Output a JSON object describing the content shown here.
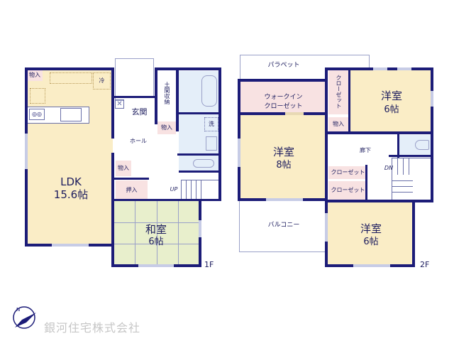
{
  "floor1": {
    "label": "1F",
    "rooms": {
      "ldk": {
        "name": "LDK",
        "size": "15.6帖"
      },
      "washitsu": {
        "name": "和室",
        "size": "6帖"
      },
      "genkan": {
        "name": "玄関"
      },
      "hall": {
        "name": "ホール"
      },
      "doma_storage": {
        "name": "土間収納"
      },
      "storage_kitchen": {
        "name": "物入"
      },
      "storage_hall_upper": {
        "name": "物入"
      },
      "storage_hall_lower": {
        "name": "物入"
      },
      "oshiire": {
        "name": "押入"
      },
      "fridge": {
        "name": "冷"
      },
      "washer": {
        "name": "洗"
      },
      "stairs_up": {
        "name": "UP"
      }
    }
  },
  "floor2": {
    "label": "2F",
    "rooms": {
      "parapet": {
        "name": "パラペット"
      },
      "walkin_closet": {
        "line1": "ウォークイン",
        "line2": "クローゼット"
      },
      "closet_vertical": {
        "name": "クローゼット"
      },
      "youshitsu_ne": {
        "name": "洋室",
        "size": "6帖"
      },
      "youshitsu_8": {
        "name": "洋室",
        "size": "8帖"
      },
      "youshitsu_se": {
        "name": "洋室",
        "size": "6帖"
      },
      "storage_2f": {
        "name": "物入"
      },
      "corridor": {
        "name": "廊下"
      },
      "closet_a": {
        "name": "クローゼット"
      },
      "closet_b": {
        "name": "クローゼット"
      },
      "balcony": {
        "name": "バルコニー"
      },
      "stairs_down": {
        "name": "DN"
      }
    }
  },
  "company": {
    "name": "銀河住宅株式会社",
    "logo": "compass-bird-logo"
  },
  "colors": {
    "wall": "#1c1c78",
    "living": "#faedc6",
    "storage": "#f8e2e2",
    "wet": "#e4eef9",
    "tatami": "#e8efcc"
  }
}
